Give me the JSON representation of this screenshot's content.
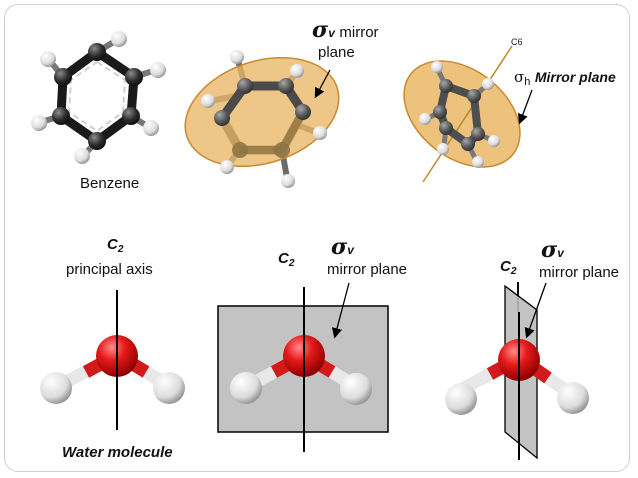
{
  "benzene": {
    "caption": "Benzene",
    "sigma_v_symbol": "σ",
    "sigma_v_subscript": "v",
    "sigma_v_text_line1": "mirror",
    "sigma_v_text_line2": "plane",
    "axis_label": "C6",
    "sigma_h_symbol": "σ",
    "sigma_h_subscript": "h",
    "sigma_h_text": "Mirror plane"
  },
  "water": {
    "c2_symbol": "C",
    "c2_subscript": "2",
    "principal_axis_text": "principal axis",
    "caption": "Water molecule",
    "panel2_c2_symbol": "C",
    "panel2_c2_subscript": "2",
    "panel2_sigma_symbol": "σ",
    "panel2_sigma_subscript": "v",
    "panel2_plane_text": "mirror plane",
    "panel3_c2_symbol": "C",
    "panel3_c2_subscript": "2",
    "panel3_sigma_symbol": "σ",
    "panel3_sigma_subscript": "v",
    "panel3_plane_text": "mirror plane"
  },
  "colors": {
    "mirror_plane_fill": "#e9b766",
    "mirror_plane_stroke": "#c9892e",
    "carbon": "#3c3c3c",
    "hydrogen": "#f0f0f0",
    "oxygen": "#e01818",
    "gray_plane": "#c3c3c3"
  }
}
